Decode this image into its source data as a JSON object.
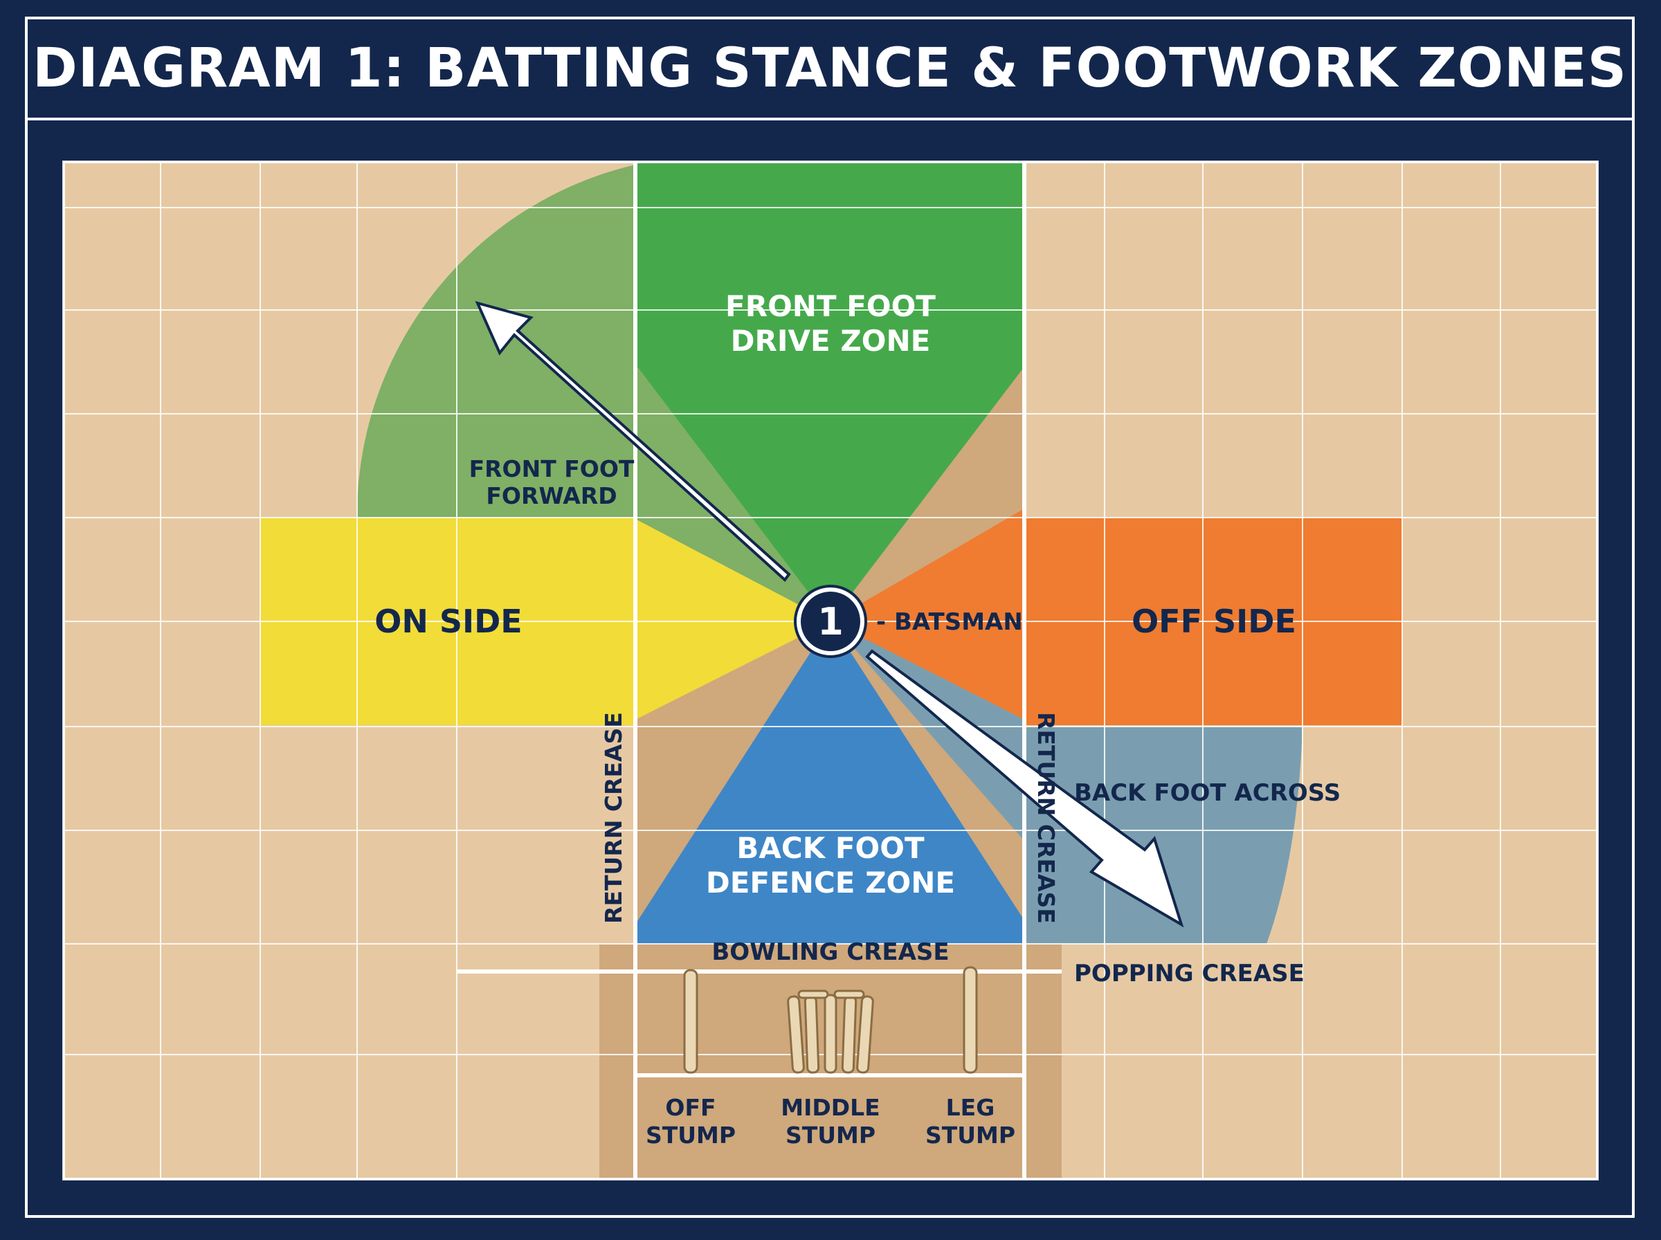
{
  "title": "DIAGRAM 1: BATTING STANCE & FOOTWORK ZONES",
  "colors": {
    "navy": "#13274d",
    "pitch_tan": "#e6c9a3",
    "crease_tan": "#cfa87c",
    "front_drive_green": "#45a94b",
    "front_forward_green": "#7fb066",
    "on_side_yellow": "#f2dc38",
    "off_side_orange": "#ef7c31",
    "back_defence_blue": "#3f86c6",
    "back_across_blue": "#7a9eb0"
  },
  "zones": {
    "front_drive": {
      "line1": "FRONT FOOT",
      "line2": "DRIVE ZONE"
    },
    "back_defence": {
      "line1": "BACK FOOT",
      "line2": "DEFENCE ZONE"
    },
    "on_side": "ON SIDE",
    "off_side": "OFF SIDE"
  },
  "movements": {
    "front_forward": {
      "line1": "FRONT FOOT",
      "line2": "FORWARD"
    },
    "back_across": "BACK FOOT ACROSS"
  },
  "batsman": {
    "marker": "1",
    "label": "- BATSMAN"
  },
  "creases": {
    "return_left": "RETURN CREASE",
    "return_right": "RETURN CREASE",
    "bowling": "BOWLING CREASE",
    "popping": "POPPING CREASE"
  },
  "stumps": {
    "off": {
      "line1": "OFF",
      "line2": "STUMP"
    },
    "middle": {
      "line1": "MIDDLE",
      "line2": "STUMP"
    },
    "leg": {
      "line1": "LEG",
      "line2": "STUMP"
    }
  }
}
